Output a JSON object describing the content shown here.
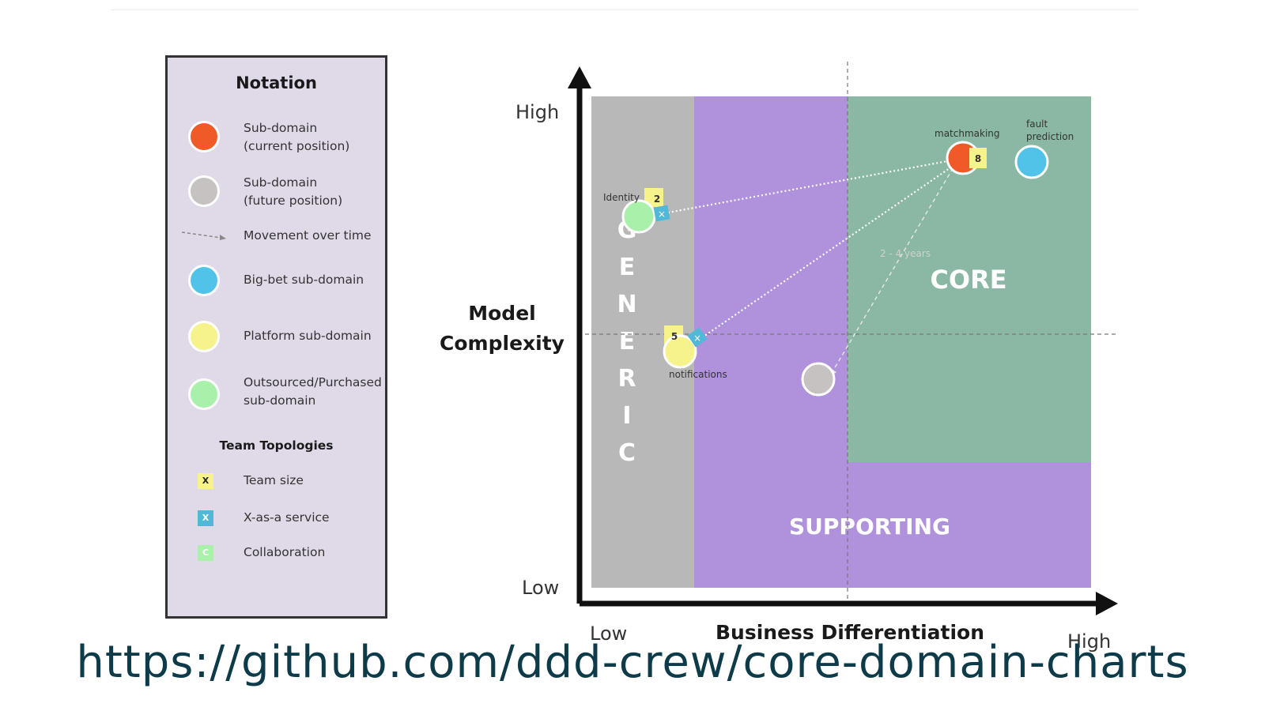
{
  "legend": {
    "title": "Notation",
    "items": [
      {
        "label": "Sub-domain\n(current position)",
        "color": "#f05a28"
      },
      {
        "label": "Sub-domain\n(future position)",
        "color": "#c6c2c2"
      },
      {
        "label": "Movement over time",
        "icon": "dashed-arrow-icon"
      },
      {
        "label": "Big-bet sub-domain",
        "color": "#52c3e8"
      },
      {
        "label": "Platform sub-domain",
        "color": "#f6f28c"
      },
      {
        "label": "Outsourced/Purchased\nsub-domain",
        "color": "#a9f0ab"
      }
    ],
    "team_title": "Team Topologies",
    "team_items": [
      {
        "label": "Team size",
        "symbol": "X",
        "color": "#f6f28c"
      },
      {
        "label": "X-as-a service",
        "symbol": "X",
        "color": "#52b8d8"
      },
      {
        "label": "Collaboration",
        "symbol": "C",
        "color": "#a9f0ab"
      }
    ]
  },
  "axes": {
    "y_title_line1": "Model",
    "y_title_line2": "Complexity",
    "y_high": "High",
    "y_low": "Low",
    "x_title": "Business Differentiation",
    "x_low": "Low",
    "x_high": "High"
  },
  "regions": {
    "generic": "GENERIC",
    "core": "CORE",
    "supporting": "SUPPORTING",
    "colors": {
      "generic": "#b8b8b8",
      "supporting": "#b091dc",
      "core": "#8ab8a4"
    }
  },
  "nodes": {
    "identity": {
      "label": "Identity",
      "team_size": "2"
    },
    "notifications": {
      "label": "notifications",
      "team_size": "5"
    },
    "matchmaking": {
      "label": "matchmaking",
      "team_size": "8"
    },
    "fault_prediction": {
      "label": "fault\nprediction"
    },
    "movement_label": "2 - 4 years"
  },
  "footer": {
    "link": "https://github.com/ddd-crew/core-domain-charts"
  }
}
